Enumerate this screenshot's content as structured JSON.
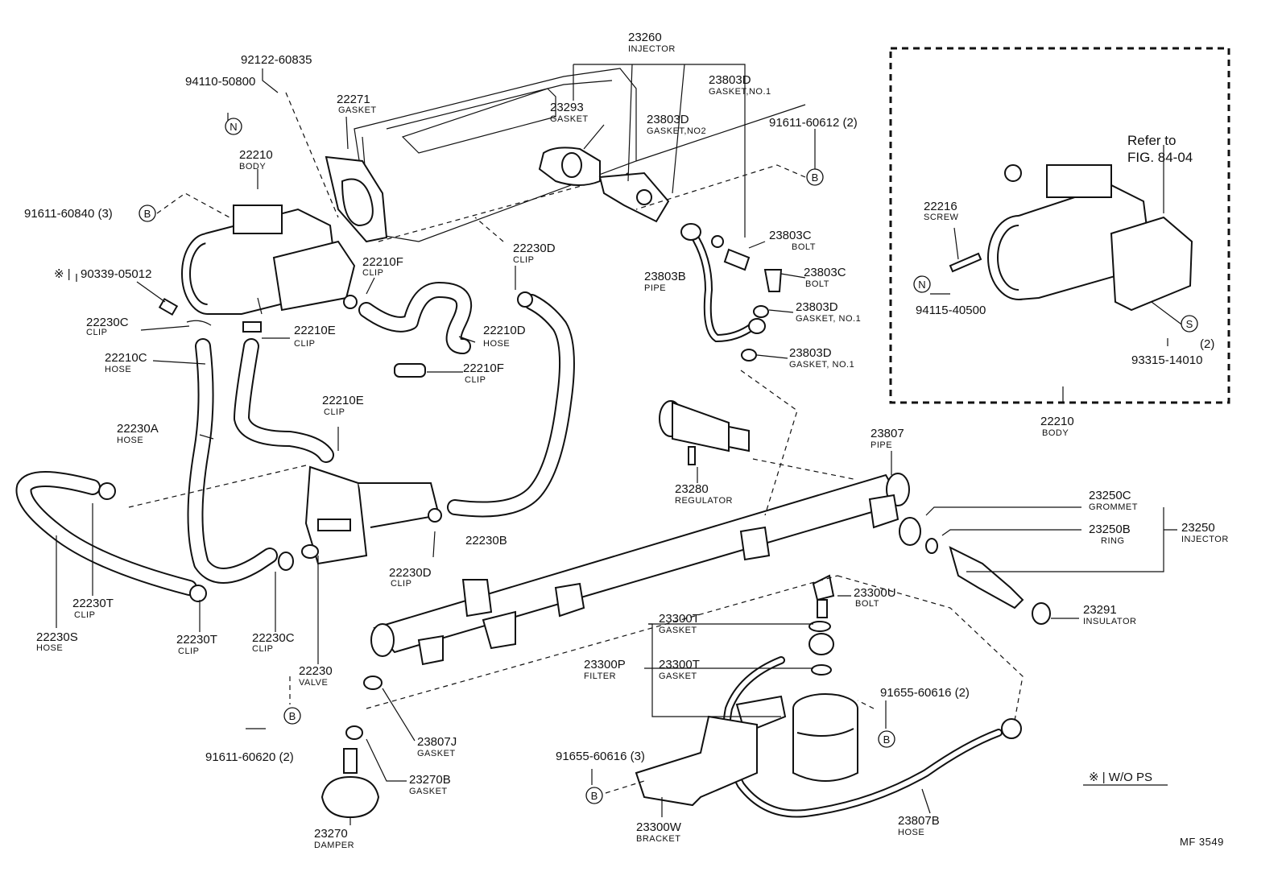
{
  "labels": {
    "p92122": "92122-60835",
    "p94110": "94110-50800",
    "p22271": "22271",
    "p22271n": "GASKET",
    "p22210": "22210",
    "p22210n": "BODY",
    "p91611_840": "91611-60840 (3)",
    "p90339": "90339-05012",
    "p22230c1": "22230C",
    "p22230c1n": "CLIP",
    "p22210e1": "22210E",
    "p22210e1n": "CLIP",
    "p22210c": "22210C",
    "p22210cn": "HOSE",
    "p22210f1": "22210F",
    "p22210f1n": "CLIP",
    "p22210d": "22210D",
    "p22210dn": "HOSE",
    "p22210f2": "22210F",
    "p22210f2n": "CLIP",
    "p22230a": "22230A",
    "p22230an": "HOSE",
    "p22210e2": "22210E",
    "p22210e2n": "CLIP",
    "p22230t1": "22230T",
    "p22230t1n": "CLIP",
    "p22230s": "22230S",
    "p22230sn": "HOSE",
    "p22230t2": "22230T",
    "p22230t2n": "CLIP",
    "p22230c2": "22230C",
    "p22230c2n": "CLIP",
    "p22230": "22230",
    "p22230n": "VALVE",
    "p91611_620": "91611-60620 (2)",
    "p22230d2": "22230D",
    "p22230d2n": "CLIP",
    "p22230b": "22230B",
    "p22230d1": "22230D",
    "p22230d1n": "CLIP",
    "p23260": "23260",
    "p23260n": "INJECTOR",
    "p23293": "23293",
    "p23293n": "GASKET",
    "p23803d_no2": "23803D",
    "p23803d_no2n": "GASKET,NO2",
    "p23803d_top": "23803D",
    "p23803d_topn": "GASKET,NO.1",
    "p91611_612": "91611-60612 (2)",
    "p23803c1": "23803C",
    "p23803c1n": "BOLT",
    "p23803c2": "23803C",
    "p23803c2n": "BOLT",
    "p23803b": "23803B",
    "p23803bn": "PIPE",
    "p23803d2": "23803D",
    "p23803d2n": "GASKET, NO.1",
    "p23803d3": "23803D",
    "p23803d3n": "GASKET, NO.1",
    "p23280": "23280",
    "p23280n": "REGULATOR",
    "p23807": "23807",
    "p23807n": "PIPE",
    "p23250c": "23250C",
    "p23250cn": "GROMMET",
    "p23250b": "23250B",
    "p23250bn": "RING",
    "p23250": "23250",
    "p23250n": "INJECTOR",
    "p23291": "23291",
    "p23291n": "INSULATOR",
    "p23300u": "23300U",
    "p23300un": "BOLT",
    "p23300t1": "23300T",
    "p23300t1n": "GASKET",
    "p23300p": "23300P",
    "p23300pn": "FILTER",
    "p23300t2": "23300T",
    "p23300t2n": "GASKET",
    "p91655_2": "91655-60616 (2)",
    "p91655_3": "91655-60616 (3)",
    "p23807j": "23807J",
    "p23807jn": "GASKET",
    "p23270b": "23270B",
    "p23270bn": "GASKET",
    "p23270": "23270",
    "p23270n": "DAMPER",
    "p23300w": "23300W",
    "p23300wn": "BRACKET",
    "p23807b": "23807B",
    "p23807bn": "HOSE",
    "p22216": "22216",
    "p22216n": "SCREW",
    "p94115": "94115-40500",
    "p93315": "93315-14010",
    "p93315q": "(2)",
    "refer1": "Refer to",
    "refer2": "FIG. 84-04",
    "box_pn": "22210",
    "box_nm": "BODY",
    "wops": "※ | W/O PS",
    "mark_star": "※ |",
    "mf": "MF  3549",
    "mB": "B",
    "mN": "N",
    "mS": "S"
  }
}
